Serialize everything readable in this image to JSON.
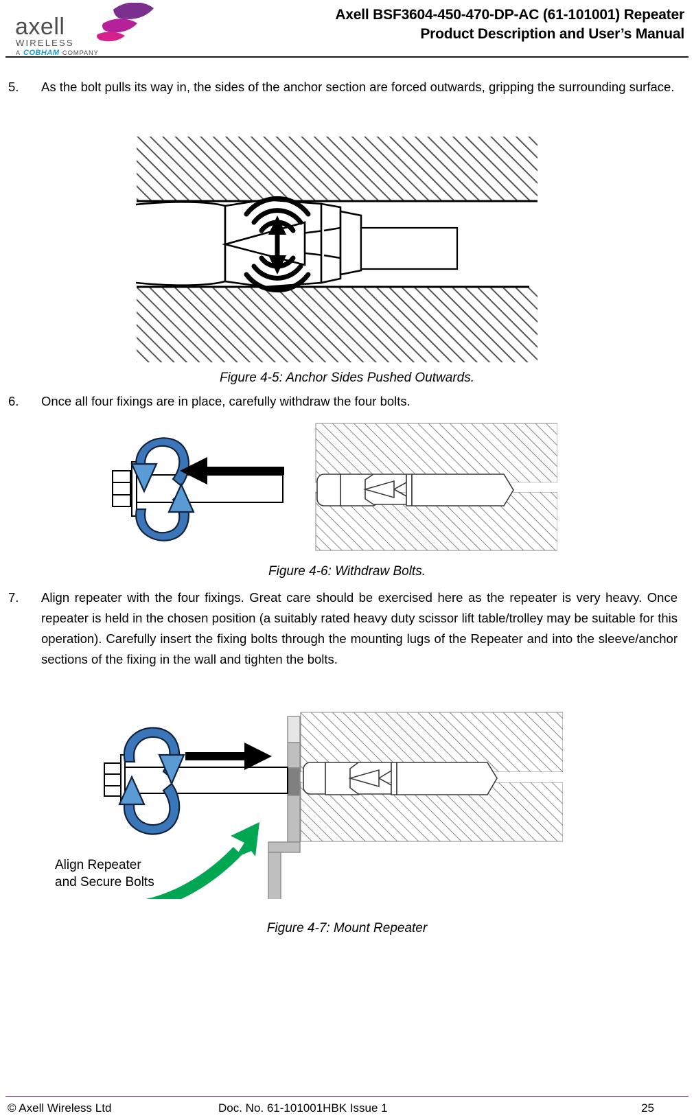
{
  "header": {
    "logo": {
      "wordmark": "axell",
      "sub": "WIRELESS",
      "affiliation_prefix": "A",
      "affiliation_brand": "COBHAM",
      "affiliation_suffix": "COMPANY",
      "brand_color": "#a5249a",
      "cobham_color": "#1b9ad6"
    },
    "title_line1": "Axell BSF3604-450-470-DP-AC (61-101001) Repeater",
    "title_line2": "Product Description and User’s Manual"
  },
  "steps": [
    {
      "number": "5.",
      "text": "As the bolt pulls its way in, the sides of the anchor section are forced outwards, gripping the surrounding surface."
    },
    {
      "number": "6.",
      "text": "Once all four fixings are in place, carefully withdraw the four bolts."
    },
    {
      "number": "7.",
      "text": "Align repeater with the four fixings. Great care should be exercised here as the repeater is very heavy. Once repeater is held in the chosen position (a suitably rated heavy duty scissor lift table/trolley may be suitable for this operation). Carefully insert the fixing bolts through the mounting lugs of the Repeater and into the sleeve/anchor sections of the fixing in the wall and tighten the bolts."
    }
  ],
  "figures": [
    {
      "id": "figure-4-5",
      "caption": "Figure 4-5: Anchor Sides Pushed Outwards.",
      "description": "Cross section of wall with anchor bolt; radiating arcs and vertical double arrow show anchor sides pushed outwards."
    },
    {
      "id": "figure-4-6",
      "caption": "Figure 4-6: Withdraw Bolts.",
      "description": "Bolt being unscrewed and withdrawn, blue rotation arrow and black arrow pointing left, anchor remaining in wall."
    },
    {
      "id": "figure-4-7",
      "caption": "Figure 4-7: Mount Repeater",
      "description": "Bolt being inserted through repeater mounting lug into anchor, blue rotation arrow and black arrow pointing right.",
      "annotation": "Align Repeater\nand Secure Bolts",
      "annotation_arrow_color": "#00a651"
    }
  ],
  "colors": {
    "rotation_arrow_dark": "#3a76b8",
    "rotation_arrow_light": "#5b9bd5",
    "callout_green": "#00a651",
    "wall_hatch": "#595959",
    "lug_gray": "#bfbfbf",
    "footer_rule": "#7b3f98"
  },
  "footer": {
    "copyright": "© Axell Wireless Ltd",
    "doc": "Doc. No. 61-101001HBK Issue 1",
    "page": "25"
  }
}
